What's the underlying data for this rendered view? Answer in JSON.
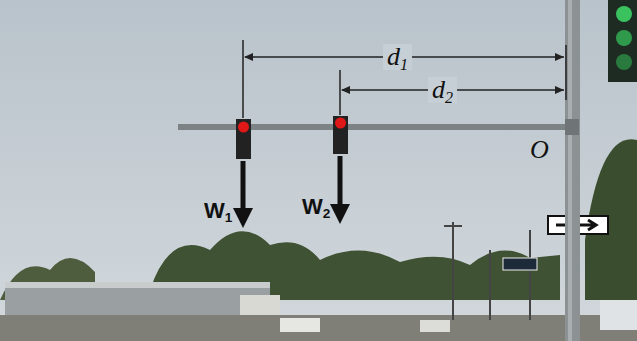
{
  "diagram": {
    "labels": [
      "d1",
      "d2",
      "O",
      "W1",
      "W2"
    ]
  }
}
